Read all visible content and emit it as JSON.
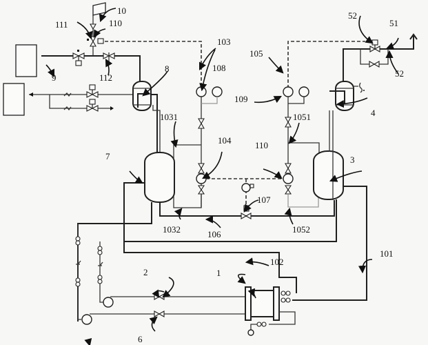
{
  "figure": {
    "type": "process-flow-diagram",
    "line_color": "#1f1f1f",
    "background": "#f7f7f5"
  },
  "labels": {
    "l1": "1",
    "l2": "2",
    "l3": "3",
    "l4": "4",
    "l6": "6",
    "l7": "7",
    "l8": "8",
    "l9": "9",
    "l10": "10",
    "l51": "51",
    "l52a": "52",
    "l52b": "52",
    "l101": "101",
    "l102": "102",
    "l103": "103",
    "l1031": "1031",
    "l1032": "1032",
    "l104": "104",
    "l105": "105",
    "l1051": "1051",
    "l1052": "1052",
    "l106": "106",
    "l107": "107",
    "l108": "108",
    "l109": "109",
    "l110a": "110",
    "l110b": "110",
    "l111": "111",
    "l112": "112"
  },
  "components": [
    {
      "id": "1",
      "name": "heat-exchanger"
    },
    {
      "id": "2",
      "name": "valve"
    },
    {
      "id": "3",
      "name": "vessel-right"
    },
    {
      "id": "4",
      "name": "separator-right"
    },
    {
      "id": "6",
      "name": "valve"
    },
    {
      "id": "7",
      "name": "vessel-left"
    },
    {
      "id": "8",
      "name": "separator-left"
    },
    {
      "id": "9",
      "name": "inlet-line"
    },
    {
      "id": "10",
      "name": "flag-vent"
    }
  ]
}
